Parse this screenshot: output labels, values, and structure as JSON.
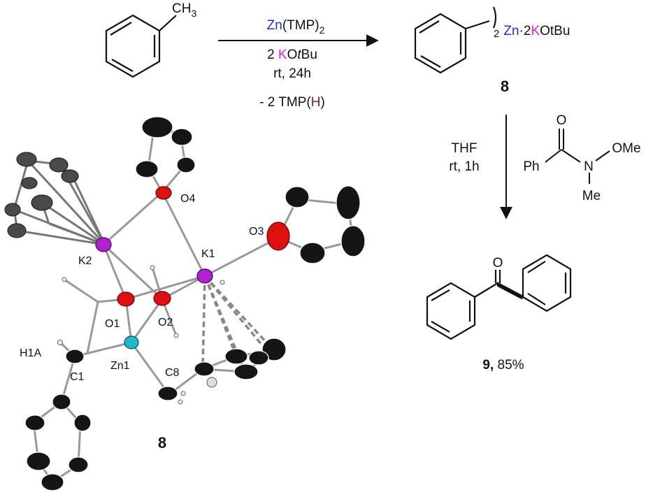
{
  "colors": {
    "zinc_blue": "#1a2fd0",
    "potassium_magenta": "#e020d8",
    "hydrogen_purple": "#8a1050",
    "oxygen_red": "#e01010",
    "zn_atom_cyan": "#1fb8c8",
    "k_atom_purple": "#b020d0",
    "carbon_black": "#151515",
    "disorder_gray": "#555555"
  },
  "reaction1": {
    "reactant_substituent": "CH",
    "reactant_substituent_sub": "3",
    "reagent_zn": "Zn",
    "reagent_tmp": "(TMP)",
    "reagent_sub": "2",
    "cond2_pre": "2 ",
    "cond2_k": "K",
    "cond2_o": "O",
    "cond2_t": "t",
    "cond2_bu": "Bu",
    "cond3": "rt, 24h",
    "cond4_pre": "- 2 TMP(",
    "cond4_h": "H",
    "cond4_post": ")",
    "product_sub": "2",
    "product_zn": "Zn",
    "product_dot": "·2",
    "product_k": "K",
    "product_rest": "OtBu",
    "product_number": "8"
  },
  "reaction2": {
    "cond1": "THF",
    "cond2": "rt, 1h",
    "weinreb_o": "O",
    "weinreb_ph": "Ph",
    "weinreb_n": "N",
    "weinreb_ome": "OMe",
    "weinreb_me": "Me",
    "product_o": "O",
    "product_number": "9,",
    "product_yield": " 85%"
  },
  "crystal": {
    "compound_number": "8",
    "labels": {
      "O4": "O4",
      "O3": "O3",
      "K1": "K1",
      "K2": "K2",
      "O1": "O1",
      "O2": "O2",
      "H1A": "H1A",
      "C1": "C1",
      "Zn1": "Zn1",
      "C8": "C8"
    }
  }
}
